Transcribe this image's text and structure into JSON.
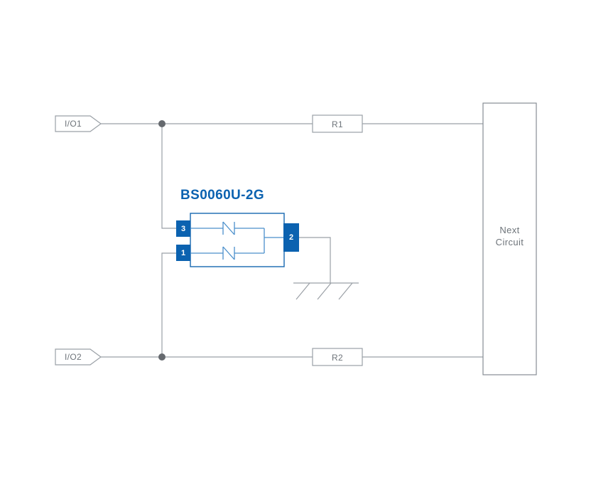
{
  "diagram": {
    "part_number": "BS0060U-2G",
    "io_tags": {
      "io1": "I/O1",
      "io2": "I/O2"
    },
    "resistors": {
      "r1": "R1",
      "r2": "R2"
    },
    "next_circuit": {
      "line1": "Next",
      "line2": "Circuit"
    },
    "pins": {
      "pin3": "3",
      "pin1": "1",
      "pin2": "2"
    },
    "colors": {
      "wire_gray": "#9aa0a6",
      "box_stroke_gray": "#9aa0a6",
      "next_circuit_stroke": "#878d94",
      "text_gray": "#6e747a",
      "component_blue": "#0b62b0",
      "component_body_stroke": "#1668b1",
      "symbol_blue": "#4a8fcb",
      "junction_gray": "#65696e",
      "background": "#ffffff"
    }
  }
}
